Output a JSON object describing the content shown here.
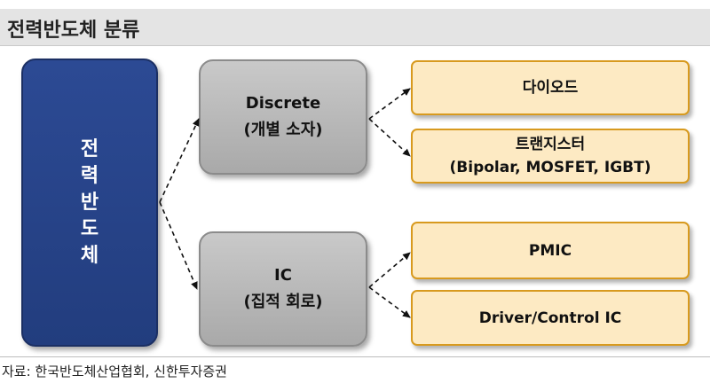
{
  "title": "전력반도체 분류",
  "root": {
    "chars": [
      "전",
      "력",
      "반",
      "도",
      "체"
    ]
  },
  "discrete": {
    "line1": "Discrete",
    "line2": "(개별 소자)"
  },
  "ic": {
    "line1": "IC",
    "line2": "(집적 회로)"
  },
  "leaves": {
    "diode": "다이오드",
    "transistor_line1": "트랜지스터",
    "transistor_line2": "(Bipolar, MOSFET, IGBT)",
    "pmic": "PMIC",
    "driver": "Driver/Control IC"
  },
  "source": "자료: 한국반도체산업협회, 신한투자증권",
  "colors": {
    "root_fill": "#2c4a94",
    "mid_fill": "#b9b9b9",
    "leaf_fill": "#fdeac3",
    "leaf_border": "#d89a1e"
  }
}
